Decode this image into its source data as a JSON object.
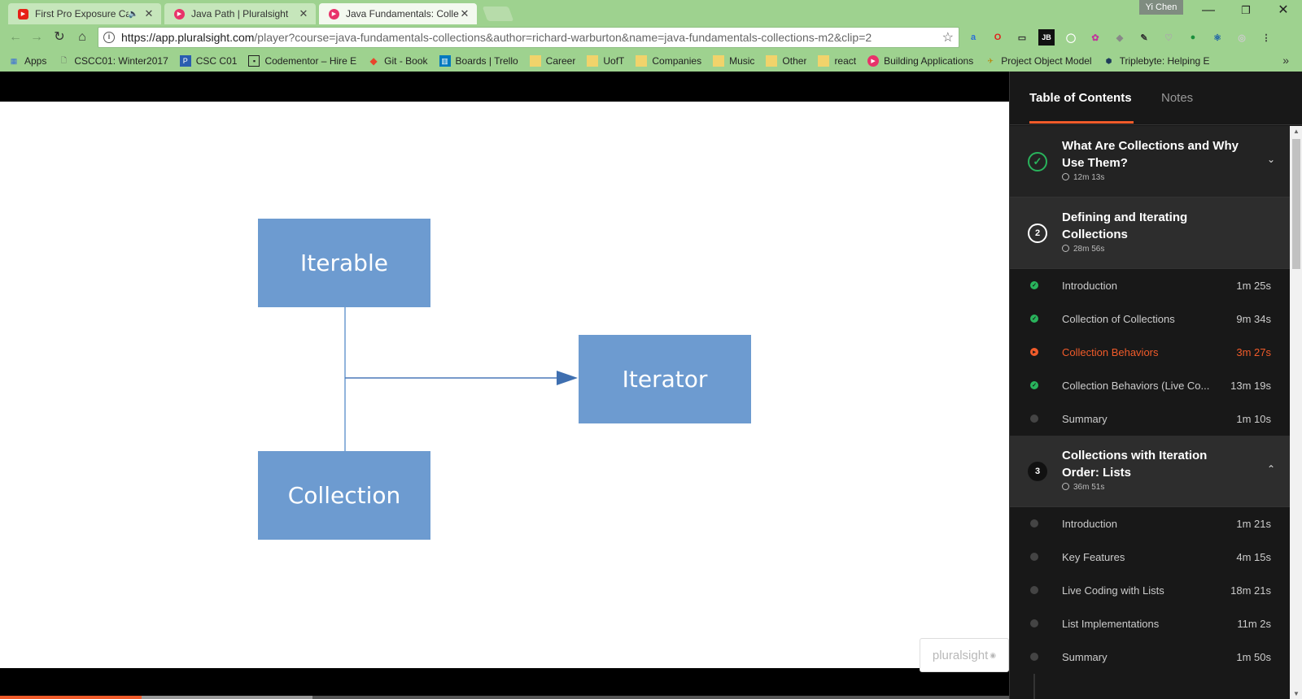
{
  "browser": {
    "tabs": [
      {
        "title": "First Pro Exposure Ca",
        "favicon_color": "#e62117",
        "audio": "🔈"
      },
      {
        "title": "Java Path | Pluralsight",
        "favicon_color": "#e8336a"
      },
      {
        "title": "Java Fundamentals: Colle",
        "favicon_color": "#e8336a"
      }
    ],
    "profile_name": "Yi Chen",
    "url_host": "https://app.pluralsight.com",
    "url_rest": "/player?course=java-fundamentals-collections&author=richard-warburton&name=java-fundamentals-collections-m2&clip=2",
    "bookmarks": [
      {
        "label": "Apps",
        "icon": "apps-grid-icon"
      },
      {
        "label": "CSCC01: Winter2017",
        "icon": "page-icon"
      },
      {
        "label": "CSC C01",
        "icon": "p-icon"
      },
      {
        "label": "Codementor – Hire E",
        "icon": "codementor-icon"
      },
      {
        "label": "Git - Book",
        "icon": "git-icon"
      },
      {
        "label": "Boards | Trello",
        "icon": "trello-icon"
      },
      {
        "label": "Career",
        "icon": "folder-icon"
      },
      {
        "label": "UofT",
        "icon": "folder-icon"
      },
      {
        "label": "Companies",
        "icon": "folder-icon"
      },
      {
        "label": "Music",
        "icon": "folder-icon"
      },
      {
        "label": "Other",
        "icon": "folder-icon"
      },
      {
        "label": "react",
        "icon": "folder-icon"
      },
      {
        "label": "Building Applications",
        "icon": "pluralsight-icon"
      },
      {
        "label": "Project Object Model",
        "icon": "maven-icon"
      },
      {
        "label": "Triplebyte: Helping E",
        "icon": "triplebyte-icon"
      }
    ],
    "bookmarks_more": "»"
  },
  "slide": {
    "box_iterable": "Iterable",
    "box_iterator": "Iterator",
    "box_collection": "Collection",
    "watermark": "pluralsight"
  },
  "progress": {
    "played_fraction": 0.14,
    "buffered_fraction": 0.31
  },
  "sidebar": {
    "tab_toc": "Table of Contents",
    "tab_notes": "Notes",
    "modules": [
      {
        "number": "",
        "title": "What Are Collections and Why Use Them?",
        "duration": "12m 13s",
        "status": "complete",
        "chevron": "⌄"
      },
      {
        "number": "2",
        "title": "Defining and Iterating Collections",
        "duration": "28m 56s",
        "status": "in-progress",
        "chevron": ""
      },
      {
        "number": "3",
        "title": "Collections with Iteration Order: Lists",
        "duration": "36m 51s",
        "status": "not-started",
        "chevron": "⌃"
      }
    ],
    "module2_clips": [
      {
        "name": "Introduction",
        "duration": "1m 25s",
        "status": "done"
      },
      {
        "name": "Collection of Collections",
        "duration": "9m 34s",
        "status": "done"
      },
      {
        "name": "Collection Behaviors",
        "duration": "3m 27s",
        "status": "current"
      },
      {
        "name": "Collection Behaviors (Live Co...",
        "duration": "13m 19s",
        "status": "done"
      },
      {
        "name": "Summary",
        "duration": "1m 10s",
        "status": "todo"
      }
    ],
    "module3_clips": [
      {
        "name": "Introduction",
        "duration": "1m 21s",
        "status": "todo"
      },
      {
        "name": "Key Features",
        "duration": "4m 15s",
        "status": "todo"
      },
      {
        "name": "Live Coding with Lists",
        "duration": "18m 21s",
        "status": "todo"
      },
      {
        "name": "List Implementations",
        "duration": "11m 2s",
        "status": "todo"
      },
      {
        "name": "Summary",
        "duration": "1m 50s",
        "status": "todo"
      }
    ]
  }
}
